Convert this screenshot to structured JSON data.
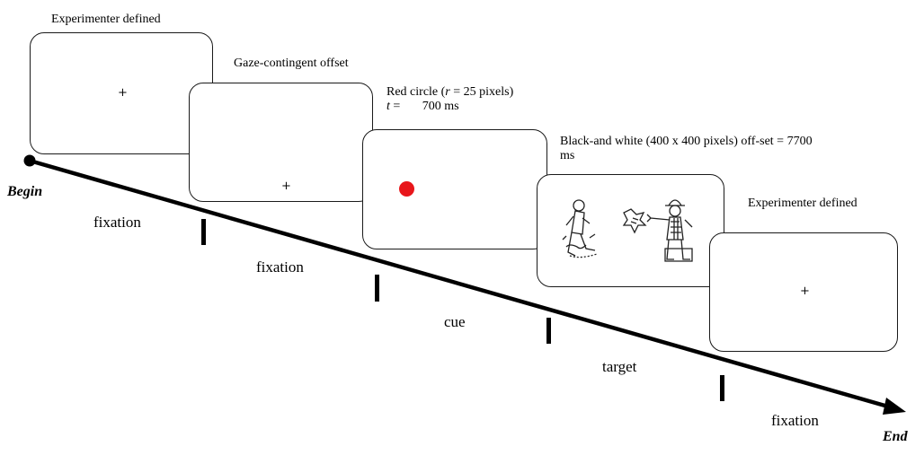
{
  "captions": {
    "screen1": "Experimenter defined",
    "screen2": "Gaze-contingent offset",
    "screen3_line1_pre": "Red circle (",
    "screen3_r": "r",
    "screen3_line1_post": " = 25 pixels)",
    "screen3_t": "t",
    "screen3_line2_post": " =       700 ms",
    "screen4_line1": "Black-and white (400 x 400 pixels) off-set = 7700",
    "screen4_line2": "ms",
    "screen5": "Experimenter defined"
  },
  "fixation_symbol": "+",
  "phases": {
    "p1": "fixation",
    "p2": "fixation",
    "p3": "cue",
    "p4": "target",
    "p5": "fixation"
  },
  "timeline": {
    "begin": "Begin",
    "end": "End"
  },
  "colors": {
    "cue_dot": "#e8161b",
    "line": "#000000"
  },
  "icons": {
    "target_image": "cartoon-cowboy-shooting-figure-icon"
  }
}
